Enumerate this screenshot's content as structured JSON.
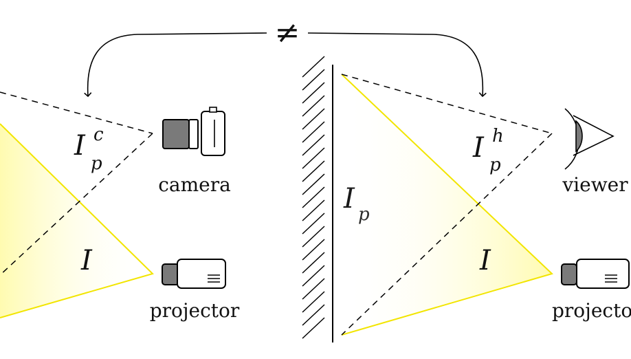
{
  "relation_symbol": "≠",
  "left_panel": {
    "captured_image": {
      "main": "I",
      "sub": "p",
      "sup": "c"
    },
    "projected_image": "I",
    "camera_label": "camera",
    "projector_label": "projector"
  },
  "right_panel": {
    "surface_image": {
      "main": "I",
      "sub": "p"
    },
    "perceived_image": {
      "main": "I",
      "sub": "p",
      "sup": "h"
    },
    "projected_image": "I",
    "viewer_label": "viewer",
    "projector_label": "projector"
  },
  "colors": {
    "light_cone_edge": "#f2e500",
    "light_cone_fill": "#fffbb0",
    "device_dark": "#7a7a7a",
    "line": "#000000"
  }
}
